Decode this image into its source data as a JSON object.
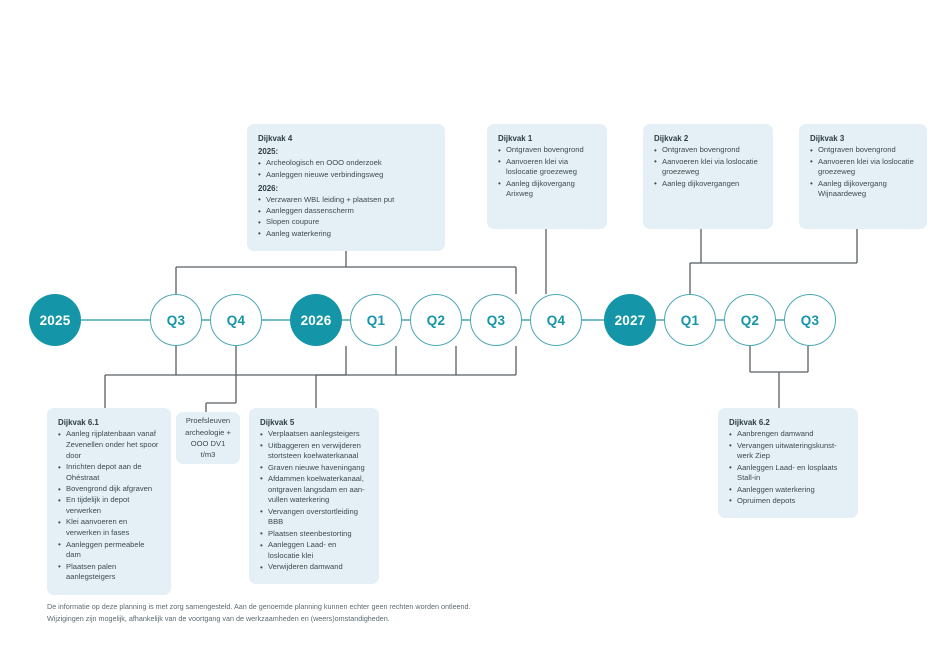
{
  "theme": {
    "teal": "#1596a8",
    "teal_border": "#4aa8b5",
    "box_bg": "#e4f0f5",
    "connector": "#5a5f63",
    "text": "#3c4a52",
    "background": "#ffffff"
  },
  "timeline": {
    "nodes": [
      {
        "id": "year-2025",
        "label": "2025",
        "type": "year"
      },
      {
        "id": "q3-2025",
        "label": "Q3",
        "type": "quarter"
      },
      {
        "id": "q4-2025",
        "label": "Q4",
        "type": "quarter"
      },
      {
        "id": "year-2026",
        "label": "2026",
        "type": "year"
      },
      {
        "id": "q1-2026",
        "label": "Q1",
        "type": "quarter"
      },
      {
        "id": "q2-2026",
        "label": "Q2",
        "type": "quarter"
      },
      {
        "id": "q3-2026",
        "label": "Q3",
        "type": "quarter"
      },
      {
        "id": "q4-2026",
        "label": "Q4",
        "type": "quarter"
      },
      {
        "id": "year-2027",
        "label": "2027",
        "type": "year"
      },
      {
        "id": "q1-2027",
        "label": "Q1",
        "type": "quarter"
      },
      {
        "id": "q2-2027",
        "label": "Q2",
        "type": "quarter"
      },
      {
        "id": "q3-2027",
        "label": "Q3",
        "type": "quarter"
      }
    ]
  },
  "boxes_above": {
    "dijkvak4": {
      "title": "Dijkvak 4",
      "sub1": "2025:",
      "items1": [
        "Archeologisch en OOO onderzoek",
        "Aanleggen nieuwe verbindingsweg"
      ],
      "sub2": "2026:",
      "items2": [
        "Verzwaren WBL leiding + plaatsen put",
        "Aanleggen dassenscherm",
        "Slopen coupure",
        "Aanleg waterkering"
      ]
    },
    "dijkvak1": {
      "title": "Dijkvak 1",
      "items": [
        "Ontgraven bovengrond",
        "Aanvoeren klei via loslocatie groezeweg",
        "Aanleg dijkovergang Arixweg"
      ]
    },
    "dijkvak2": {
      "title": "Dijkvak 2",
      "items": [
        "Ontgraven bovengrond",
        "Aanvoeren klei via loslocatie groezeweg",
        "Aanleg dijkovergangen"
      ]
    },
    "dijkvak3": {
      "title": "Dijkvak 3",
      "items": [
        "Ontgraven bovengrond",
        "Aanvoeren klei via loslocatie groezeweg",
        "Aanleg dijkovergang Wijnaardeweg"
      ]
    }
  },
  "boxes_below": {
    "dijkvak61": {
      "title": "Dijkvak 6.1",
      "items": [
        "Aanleg rijplatenbaan vanaf Zevenellen onder het spoor door",
        "Inrichten depot aan de Ohéstraat",
        "Bovengrond dijk afgraven",
        "En tijdelijk in depot verwerken",
        "Klei aanvoeren en verwerken in fases",
        "Aanleggen permeabele dam",
        "Plaatsen palen aanlegsteigers"
      ]
    },
    "proefsleuven": {
      "text": "Proefsleuven archeologie + OOO DV1 t/m3"
    },
    "dijkvak5": {
      "title": "Dijkvak 5",
      "items": [
        "Verplaatsen aanlegsteigers",
        "Uitbaggeren en verwijderen stortsteen koelwaterkanaal",
        "Graven nieuwe haveningang",
        "Afdammen koelwaterkanaal, ontgraven langsdam en aan-vullen waterkering",
        "Vervangen overstortleiding BBB",
        "Plaatsen steenbestorting",
        "Aanleggen Laad- en loslocatie klei",
        "Verwijderen damwand"
      ]
    },
    "dijkvak62": {
      "title": "Dijkvak 6.2",
      "items": [
        "Aanbrengen damwand",
        "Vervangen uitwateringskunst-werk Ziep",
        "Aanleggen Laad- en losplaats Stall-in",
        "Aanleggen waterkering",
        "Opruimen depots"
      ]
    }
  },
  "footer": {
    "line1": "De informatie op deze planning is met zorg samengesteld. Aan de genoemde planning kunnen echter geen rechten worden ontleend.",
    "line2": "Wijzigingen zijn mogelijk, afhankelijk van de voortgang van de werkzaamheden en (weers)omstandigheden."
  }
}
